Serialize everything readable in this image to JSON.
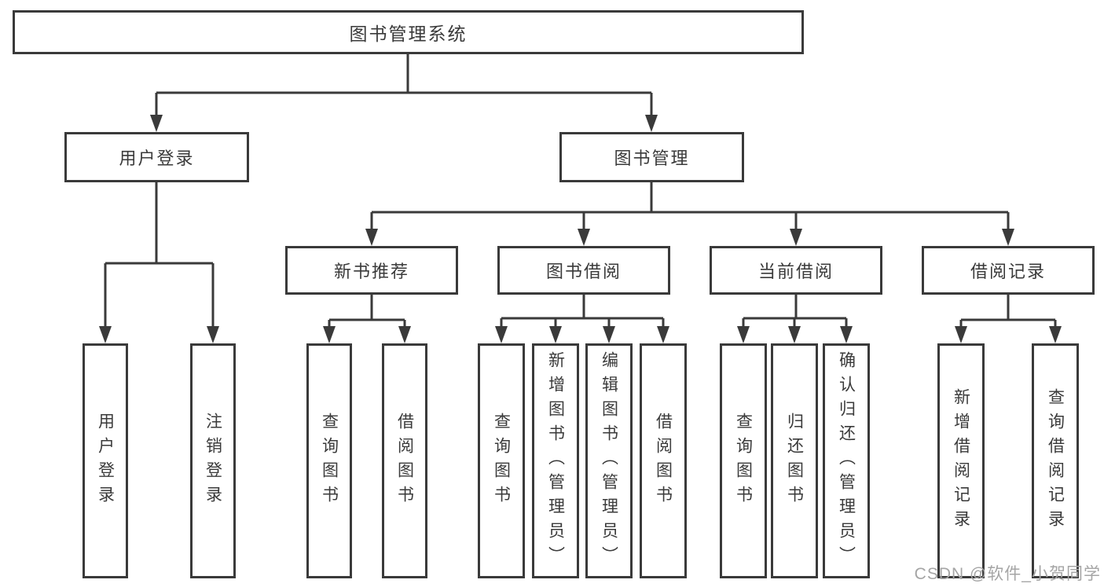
{
  "tree": {
    "root_label": "图书管理系统",
    "user": {
      "label": "用户登录",
      "children": [
        "用户登录",
        "注销登录"
      ]
    },
    "book": {
      "label": "图书管理",
      "sections": [
        {
          "label": "新书推荐",
          "children": [
            "查询图书",
            "借阅图书"
          ]
        },
        {
          "label": "图书借阅",
          "children": [
            "查询图书",
            "新增图书（管理员）",
            "编辑图书（管理员）",
            "借阅图书"
          ]
        },
        {
          "label": "当前借阅",
          "children": [
            "查询图书",
            "归还图书",
            "确认归还（管理员）"
          ]
        },
        {
          "label": "借阅记录",
          "children": [
            "新增借阅记录",
            "查询借阅记录"
          ]
        }
      ]
    }
  },
  "watermark": "CSDN @软件_小贺同学",
  "colors": {
    "line": "#3a3a3a",
    "box_border": "#3a3a3a",
    "text": "#3a3a3a",
    "watermark": "#a5a5a5",
    "background": "#ffffff"
  }
}
